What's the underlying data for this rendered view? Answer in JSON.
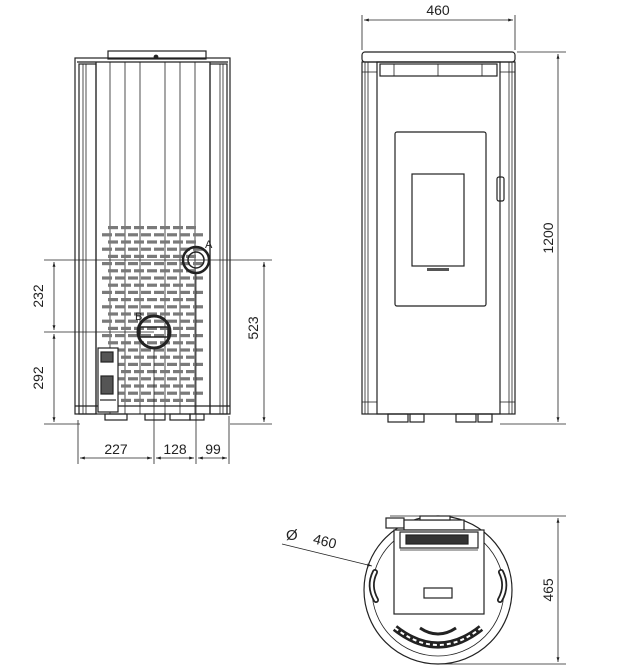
{
  "back_view": {
    "dims": {
      "upper_height": "232",
      "lower_height": "292",
      "total_height": "523",
      "left_width": "227",
      "middle_width": "128",
      "right_width": "99"
    },
    "labels": {
      "connection_a": "A",
      "connection_b": "B"
    }
  },
  "front_view": {
    "dims": {
      "width": "460",
      "height": "1200"
    }
  },
  "top_view": {
    "dims": {
      "diameter_symbol": "Ø",
      "diameter": "460",
      "depth": "465"
    }
  }
}
